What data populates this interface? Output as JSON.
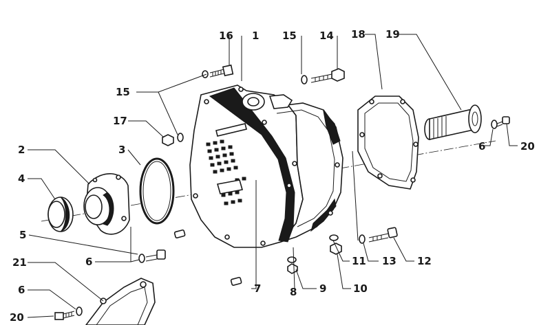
{
  "diagram": {
    "type": "exploded parts diagram",
    "callouts": {
      "c1": "1",
      "c2": "2",
      "c3": "3",
      "c4": "4",
      "c5": "5",
      "c6a": "6",
      "c6b": "6",
      "c6c": "6",
      "c7": "7",
      "c8": "8",
      "c9": "9",
      "c10": "10",
      "c11": "11",
      "c12": "12",
      "c13": "13",
      "c14": "14",
      "c15a": "15",
      "c15b": "15",
      "c16": "16",
      "c17": "17",
      "c18": "18",
      "c19": "19",
      "c20a": "20",
      "c20b": "20",
      "c21": "21"
    },
    "line_color": "#1a1a1a",
    "background": "#ffffff"
  }
}
